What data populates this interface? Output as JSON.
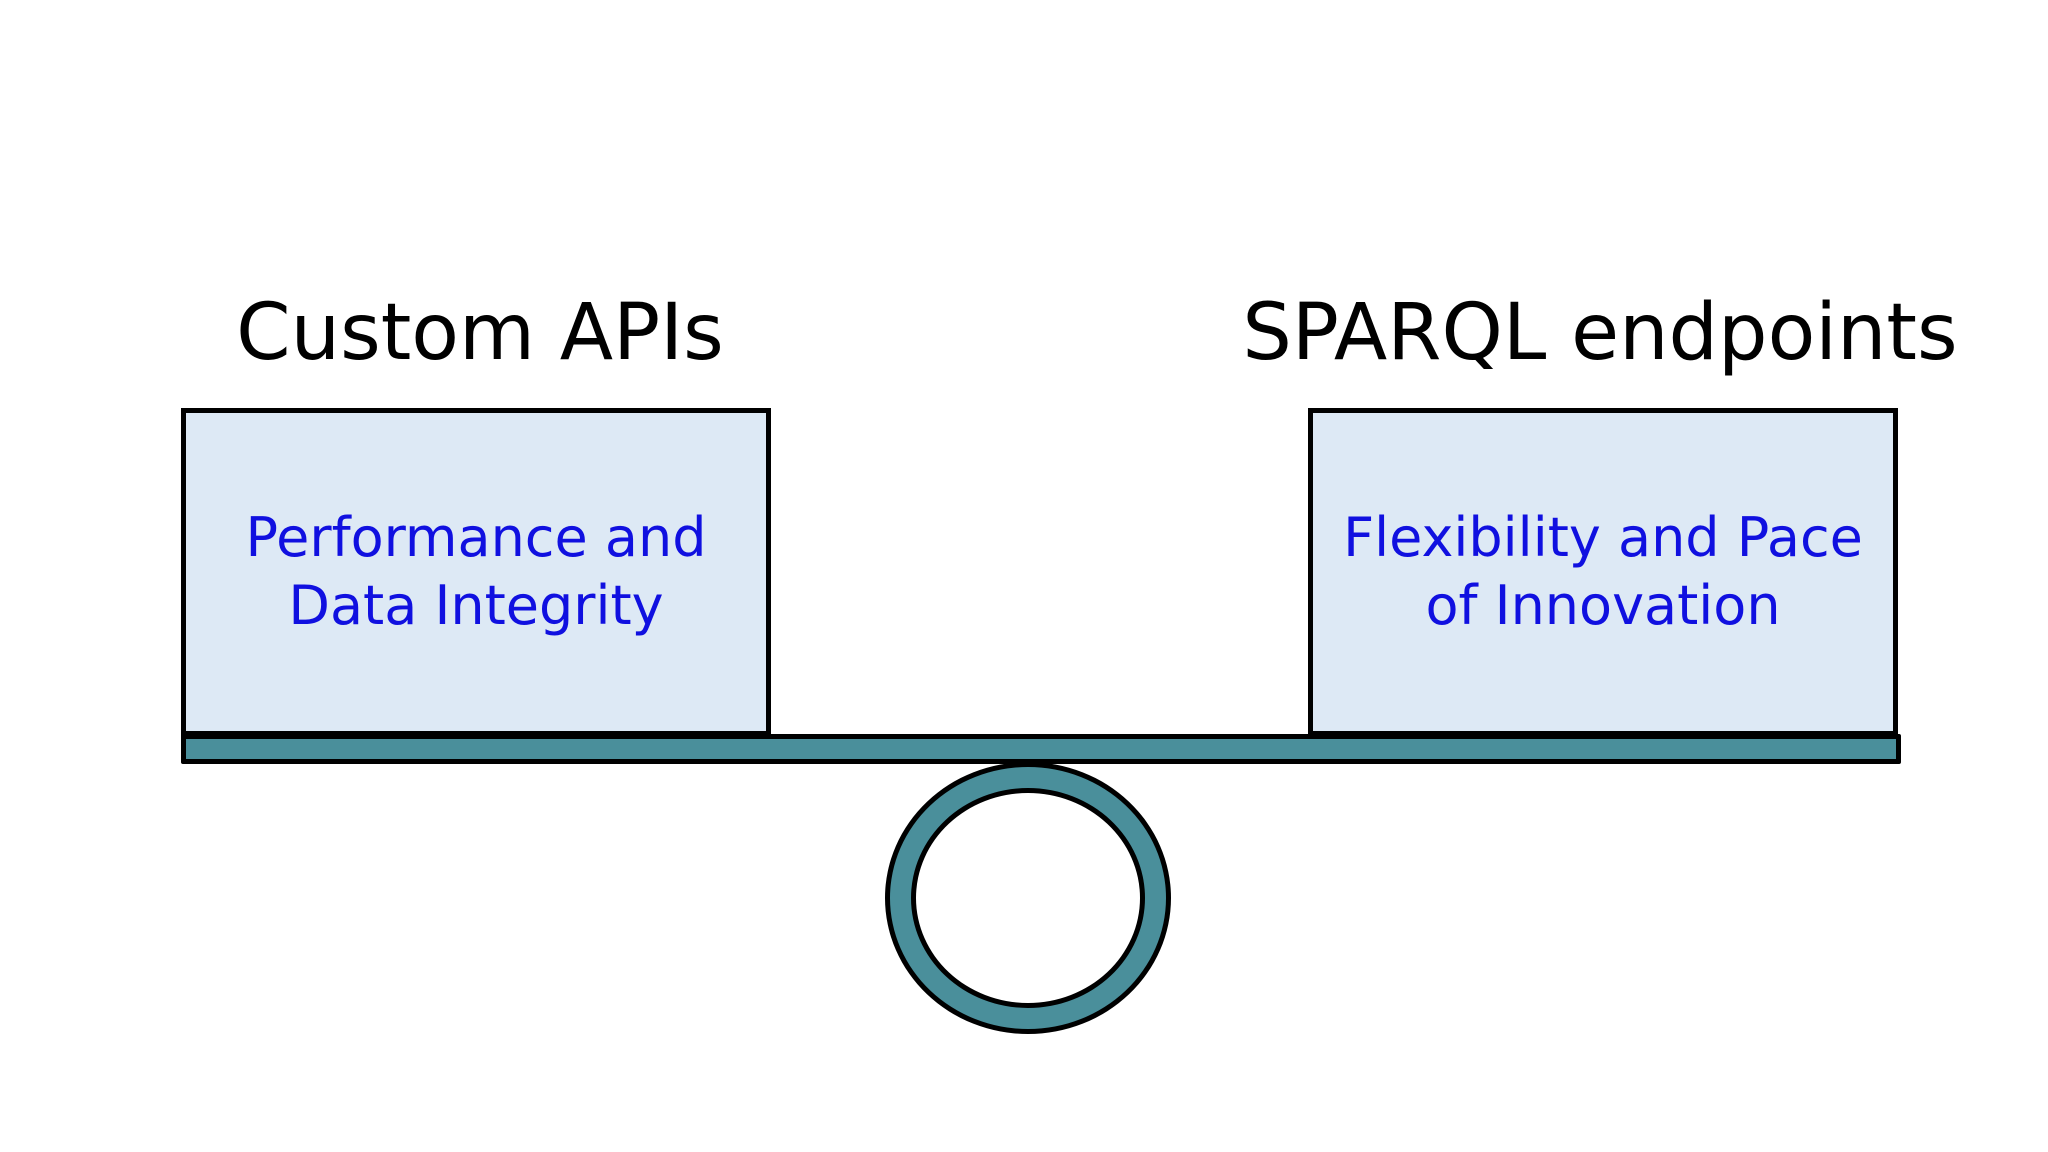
{
  "diagram": {
    "left": {
      "heading": "Custom APIs",
      "box_lines": [
        "Performance and",
        "Data Integrity"
      ]
    },
    "right": {
      "heading": "SPARQL endpoints",
      "box_lines": [
        "Flexibility and Pace",
        "of Innovation"
      ]
    },
    "colors": {
      "box_fill": "#dde9f5",
      "box_text": "#1010e0",
      "beam_fill": "#4a8f9b",
      "outline": "#000000"
    }
  }
}
